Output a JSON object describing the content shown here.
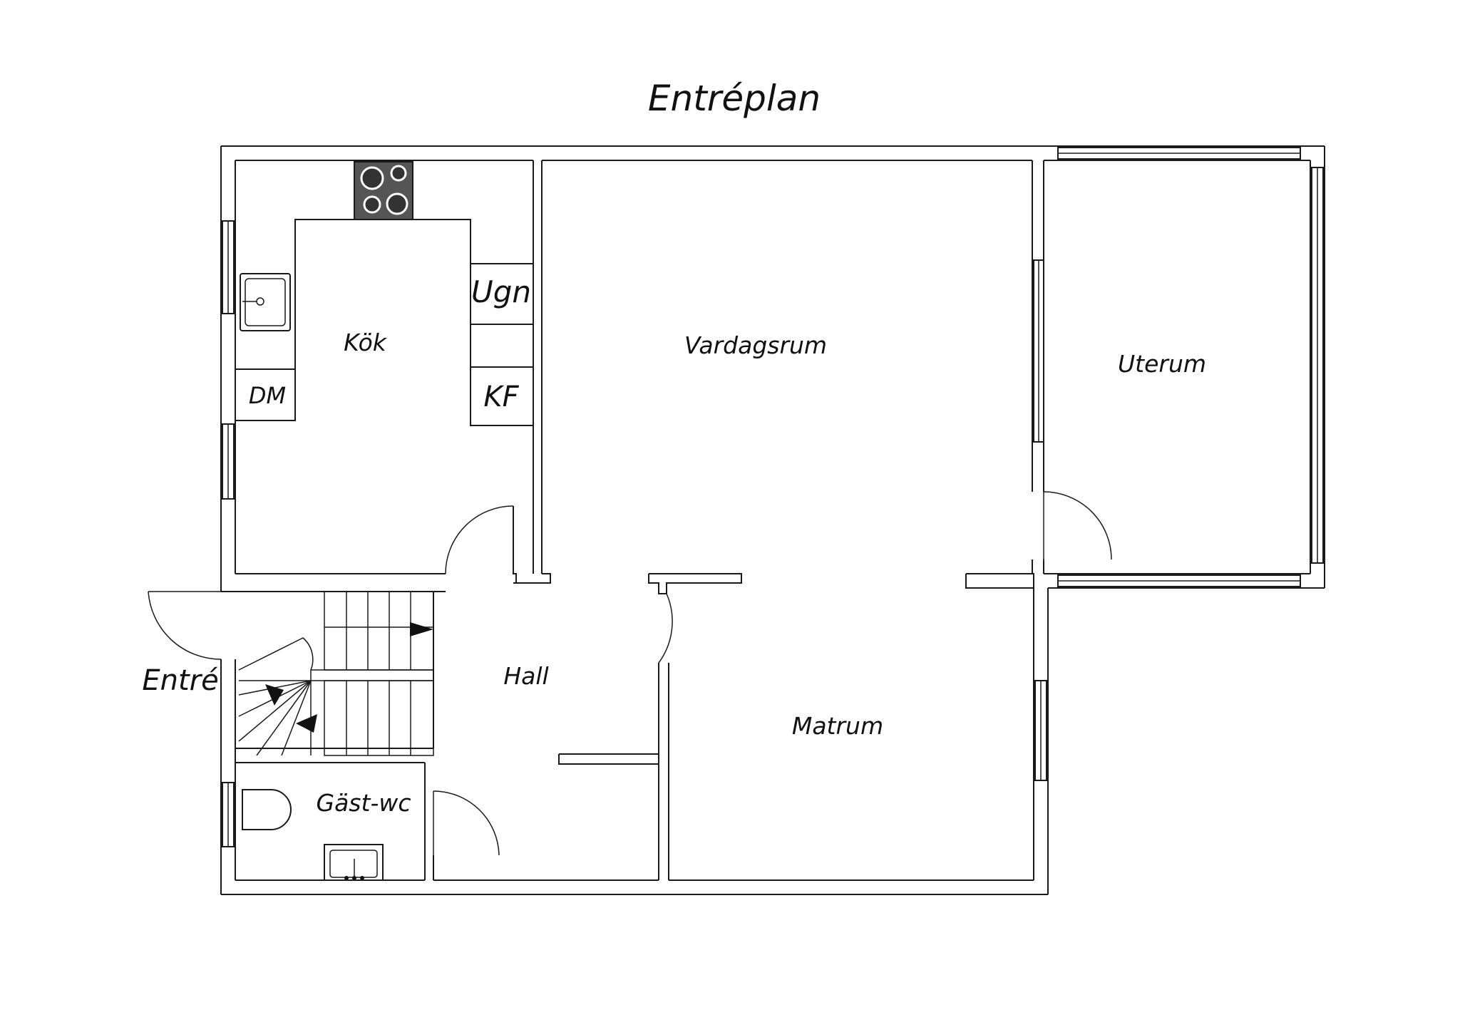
{
  "title": "Entréplan",
  "rooms": {
    "kok": "Kök",
    "vardagsrum": "Vardagsrum",
    "uterum": "Uterum",
    "hall": "Hall",
    "matrum": "Matrum",
    "gast_wc": "Gäst-wc",
    "entre": "Entré"
  },
  "fixtures": {
    "ugn": "Ugn",
    "kf": "KF",
    "dm": "DM"
  },
  "icons": [
    "stove-icon",
    "kitchen-sink-icon",
    "toilet-icon",
    "washbasin-icon",
    "stair-arrow-icon"
  ]
}
